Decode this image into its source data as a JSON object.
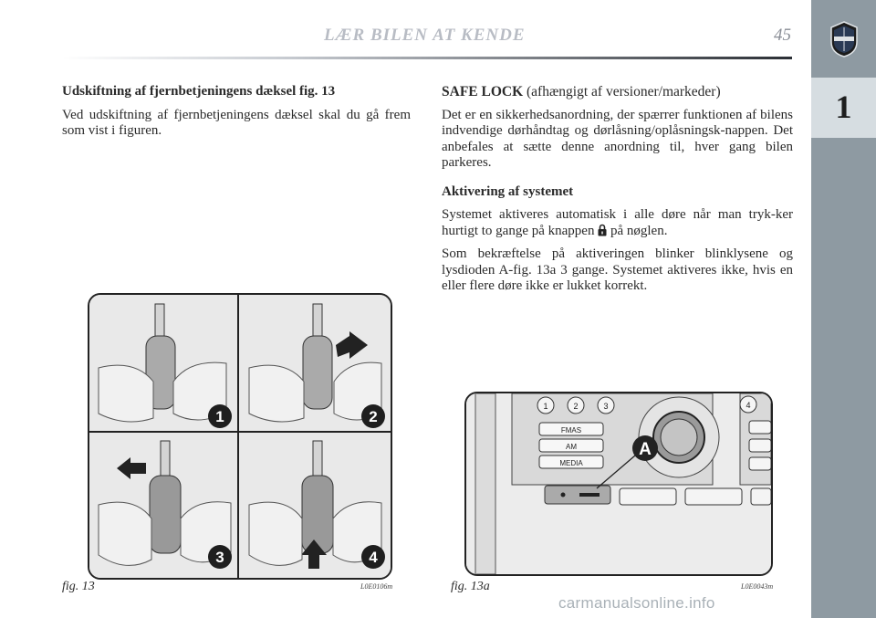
{
  "header": {
    "title": "LÆR BILEN AT KENDE",
    "page_number": "45"
  },
  "sidebar": {
    "chapter": "1",
    "logo": "LANCIA"
  },
  "left": {
    "heading": "Udskiftning af fjernbetjeningens dæksel fig. 13",
    "paragraph": "Ved udskiftning af fjernbetjeningens dæksel skal du gå frem som vist i figuren."
  },
  "right": {
    "title_bold": "SAFE LOCK",
    "title_rest": " (afhængigt af versioner/markeder)",
    "intro": "Det er en sikkerhedsanordning, der spærrer funktionen af bilens indvendige dørhåndtag og dørlåsning/oplåsningsk-nappen. Det anbefales at sætte denne anordning til, hver gang bilen parkeres.",
    "subheading": "Aktivering af systemet",
    "p1_before": "Systemet aktiveres automatisk i alle døre når man tryk-ker hurtigt to gange på knappen ",
    "p1_after": " på nøglen.",
    "p2": "Som bekræftelse på aktiveringen blinker blinklysene og lysdioden A-fig. 13a 3 gange. Systemet aktiveres ikke, hvis en eller flere døre ikke er lukket korrekt."
  },
  "figure13": {
    "caption": "fig. 13",
    "code": "L0E0106m",
    "steps": [
      "1",
      "2",
      "3",
      "4"
    ]
  },
  "figure13a": {
    "caption": "fig. 13a",
    "code": "L0E0043m",
    "callout": "A",
    "presets": [
      "1",
      "2",
      "3",
      "4"
    ],
    "buttons": [
      "FMAS",
      "AM",
      "MEDIA"
    ]
  },
  "watermark": "carmanualsonline.info",
  "colors": {
    "sidebar": "#8e9aa2",
    "badge": "#d6dde1",
    "header_text": "#b8bcc4"
  }
}
